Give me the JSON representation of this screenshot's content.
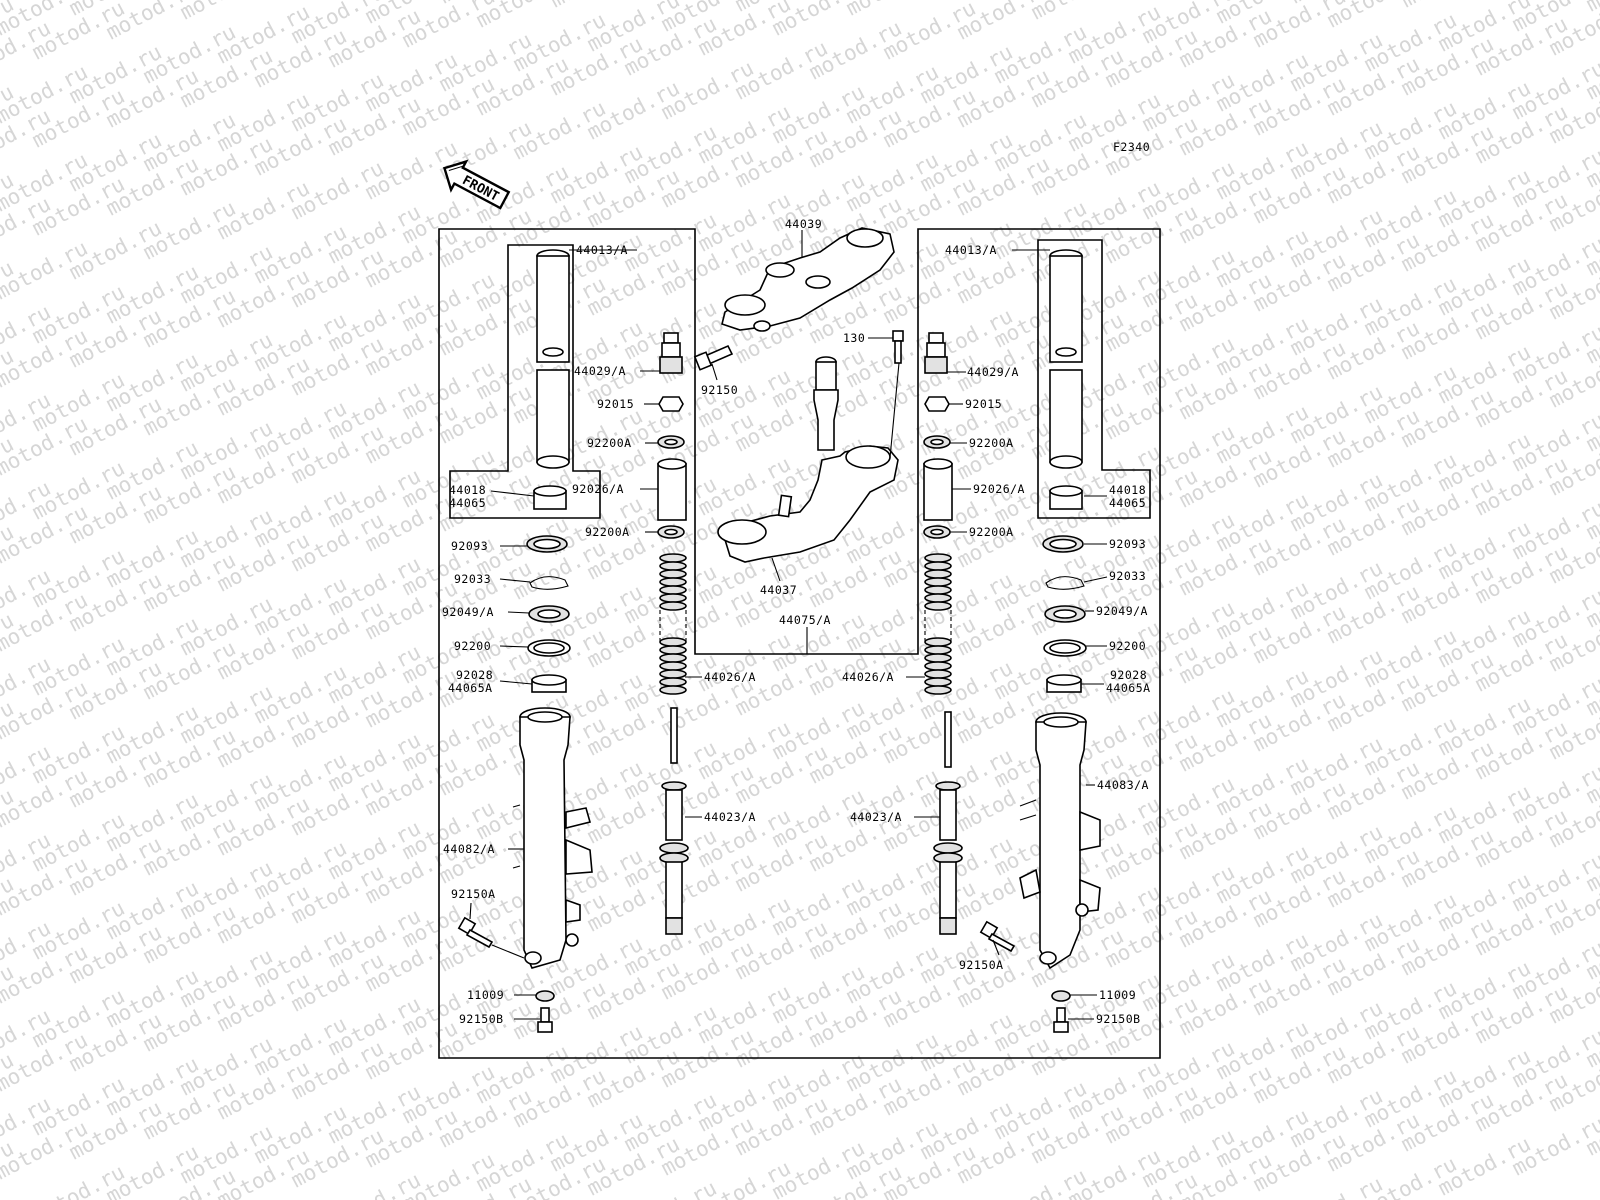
{
  "watermark": "motod.ru",
  "figure_code": "F2340",
  "front_arrow": {
    "label": "FRONT",
    "icon": "front-arrow-icon"
  },
  "labels": {
    "p44039": "44039",
    "p130": "130",
    "p92150": "92150",
    "p44037": "44037",
    "p44075A": "44075/A",
    "l44013A": "44013/A",
    "l44029A": "44029/A",
    "l92015": "92015",
    "l92200A_1": "92200A",
    "l92026A": "92026/A",
    "l92200A_2": "92200A",
    "l44018": "44018",
    "l44065": "44065",
    "l92093": "92093",
    "l92033": "92033",
    "l92049A": "92049/A",
    "l92200": "92200",
    "l92028": "92028",
    "l44065A": "44065A",
    "l44026A": "44026/A",
    "l44023A": "44023/A",
    "l44082A": "44082/A",
    "l92150A": "92150A",
    "l11009": "11009",
    "l92150B": "92150B",
    "r44013A": "44013/A",
    "r44029A": "44029/A",
    "r92015": "92015",
    "r92200A_1": "92200A",
    "r92026A": "92026/A",
    "r92200A_2": "92200A",
    "r44018": "44018",
    "r44065": "44065",
    "r92093": "92093",
    "r92033": "92033",
    "r92049A": "92049/A",
    "r92200": "92200",
    "r92028": "92028",
    "r44065A": "44065A",
    "r44026A": "44026/A",
    "r44023A": "44023/A",
    "r44083A": "44083/A",
    "r92150A": "92150A",
    "r11009": "11009",
    "r92150B": "92150B"
  }
}
